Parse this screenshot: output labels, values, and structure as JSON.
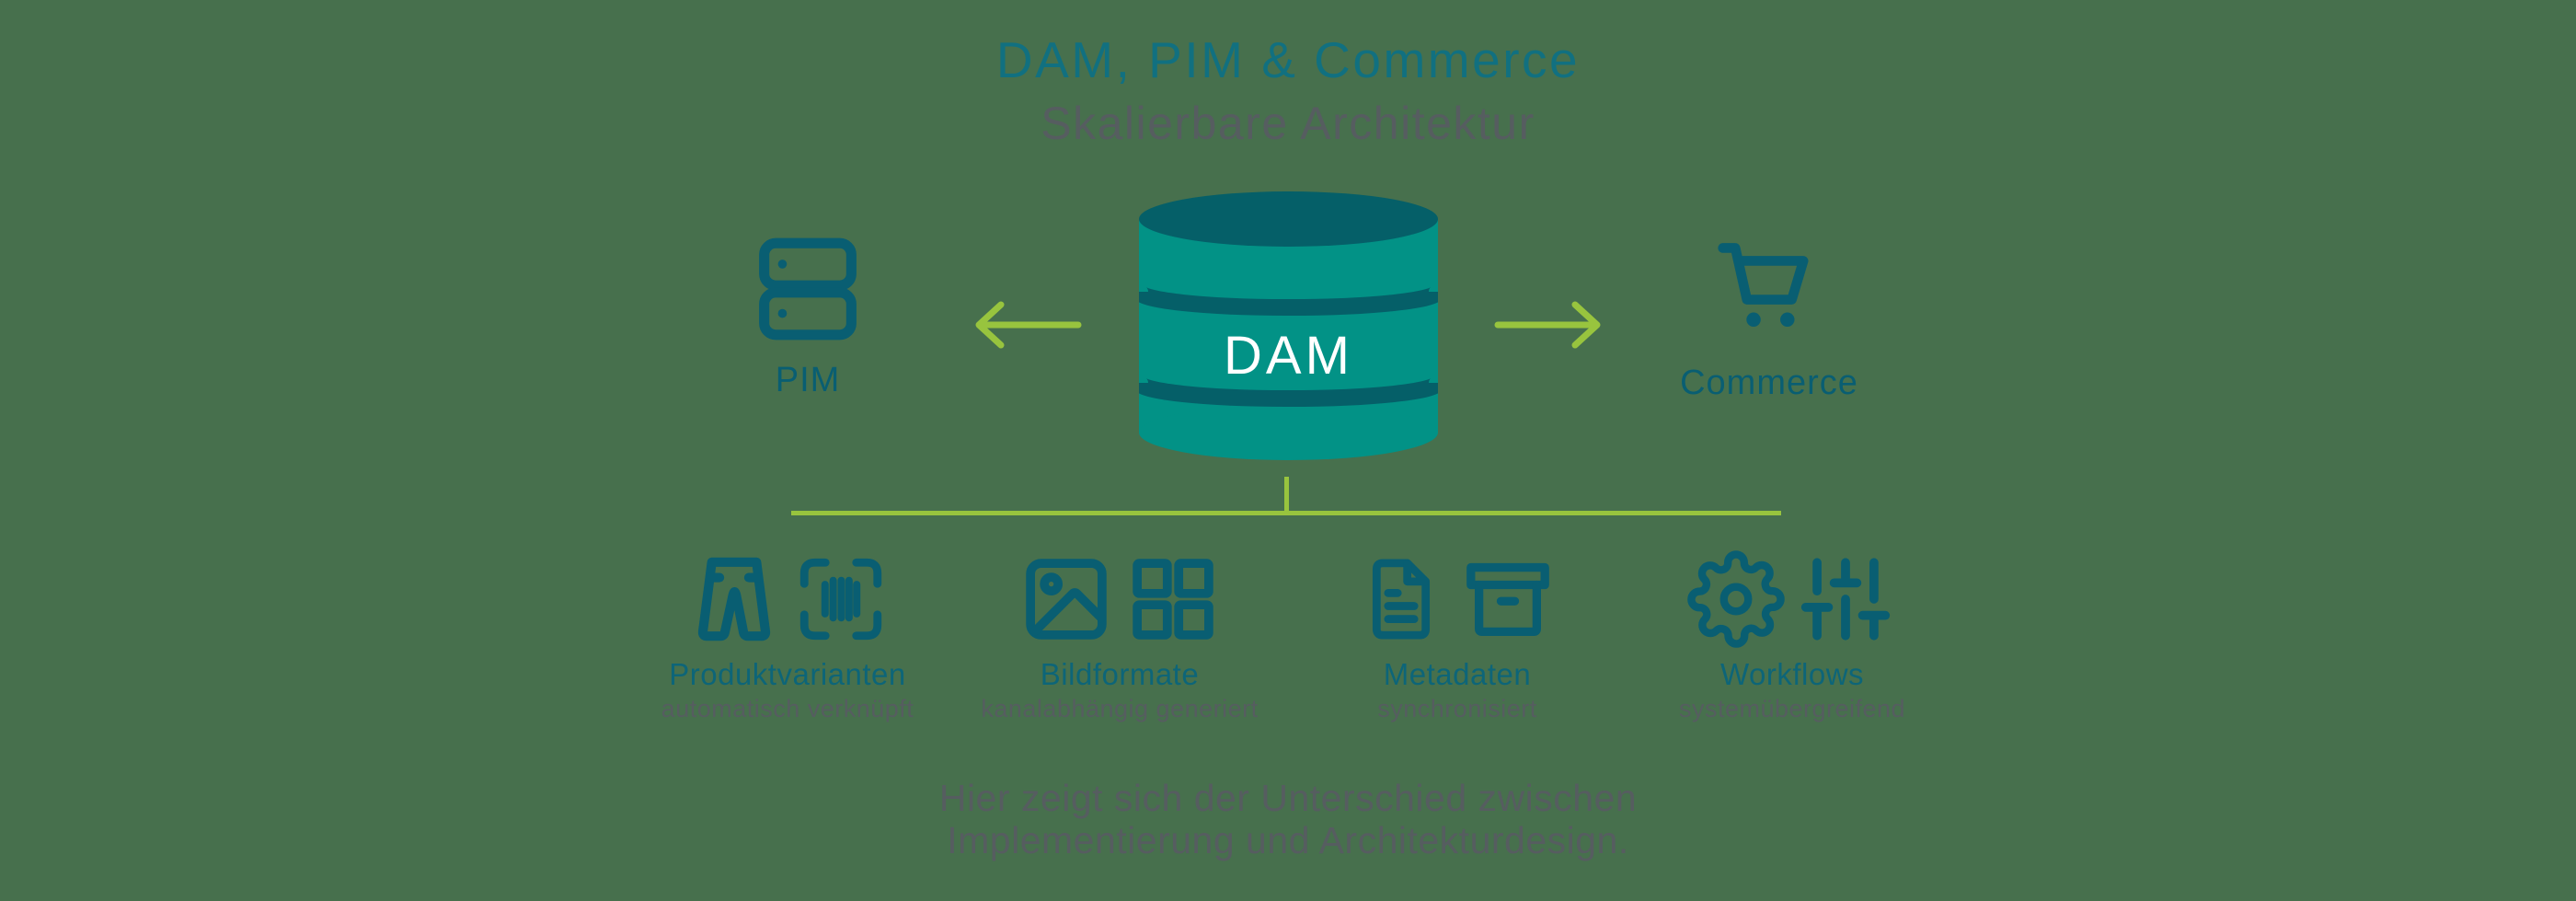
{
  "title": "DAM, PIM & Commerce",
  "subtitle": "Skalierbare Architektur",
  "systems": {
    "pim": {
      "label": "PIM",
      "icon": "server-icon"
    },
    "dam": {
      "label": "DAM",
      "icon": "database-cylinder-icon"
    },
    "commerce": {
      "label": "Commerce",
      "icon": "shopping-cart-icon"
    }
  },
  "connectors": {
    "arrow_left": "arrow-pointing-left-from-dam-to-pim",
    "arrow_right": "arrow-pointing-right-from-dam-to-commerce",
    "branch": "vertical-drop-with-horizontal-branch-line"
  },
  "features": [
    {
      "label": "Produktvarianten",
      "sublabel": "automatisch verknüpft",
      "icons": [
        "pants-icon",
        "barcode-scan-icon"
      ]
    },
    {
      "label": "Bildformate",
      "sublabel": "kanalabhängig generiert",
      "icons": [
        "image-icon",
        "grid-icon"
      ]
    },
    {
      "label": "Metadaten",
      "sublabel": "synchronisiert",
      "icons": [
        "document-icon",
        "archive-box-icon"
      ]
    },
    {
      "label": "Workflows",
      "sublabel": "systemübergreifend",
      "icons": [
        "gear-icon",
        "sliders-icon"
      ]
    }
  ],
  "footer": {
    "line1": "Hier zeigt sich der Unterschied zwischen",
    "line2": "Implementierung und Architekturdesign."
  },
  "colors": {
    "background": "#47704d",
    "title_teal": "#117080",
    "icon_teal": "#095e72",
    "label_teal": "#0d6578",
    "cylinder_body": "#029286",
    "cylinder_dark": "#055f68",
    "lime_green": "#98c43e",
    "gray_text": "#565d60",
    "dam_text": "#ffffff"
  }
}
